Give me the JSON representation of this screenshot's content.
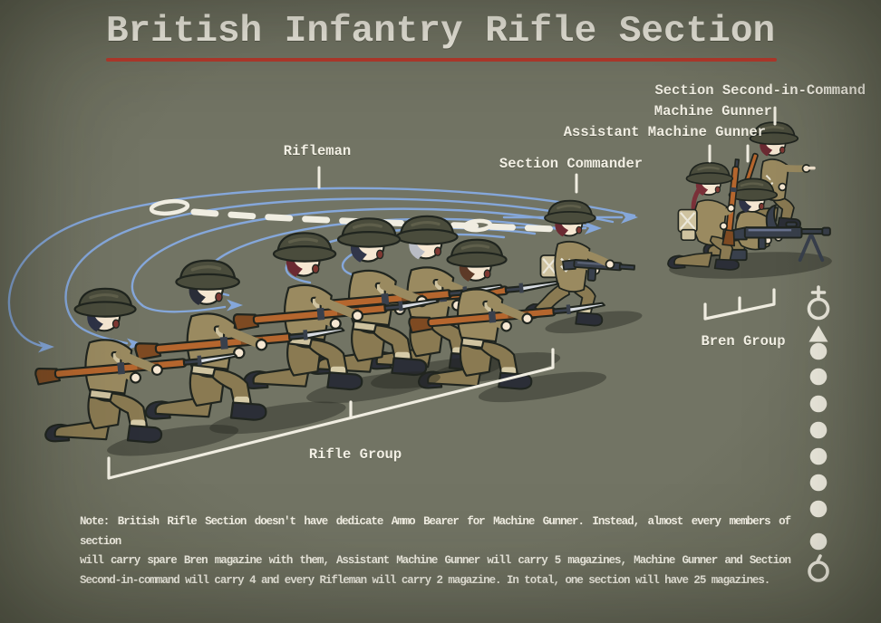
{
  "title": {
    "text": "British Infantry Rifle Section"
  },
  "labels": {
    "second_in_command": "Section Second-in-Command",
    "machine_gunner": "Machine Gunner",
    "assistant_machine_gunner": "Assistant Machine Gunner",
    "section_commander": "Section Commander",
    "rifleman": "Rifleman",
    "rifle_group": "Rifle Group",
    "bren_group": "Bren Group"
  },
  "note": {
    "line1": "Note: British Rifle Section doesn't have dedicate Ammo Bearer for Machine Gunner. Instead, almost every members of section",
    "line2": "will carry spare Bren magazine with them, Assistant Machine Gunner will carry 5 magazines, Machine Gunner and Section",
    "line3": "Second-in-command will carry 4 and every Rifleman will carry 2 magazine. In total, one section will have 25 magazines."
  },
  "unit_symbols": {
    "items": [
      {
        "type": "circle-cross"
      },
      {
        "type": "triangle"
      },
      {
        "type": "dot"
      },
      {
        "type": "dot"
      },
      {
        "type": "dot"
      },
      {
        "type": "dot"
      },
      {
        "type": "dot"
      },
      {
        "type": "dot"
      },
      {
        "type": "dot"
      },
      {
        "type": "dot"
      },
      {
        "type": "open-circle"
      }
    ]
  },
  "colors": {
    "background": "#6e7060",
    "title_underline_red": "#b5392c",
    "maneuver_arrow_blue": "#85a7da",
    "dashed_line_white": "#f0ede1",
    "text_white": "#f2efe4"
  }
}
